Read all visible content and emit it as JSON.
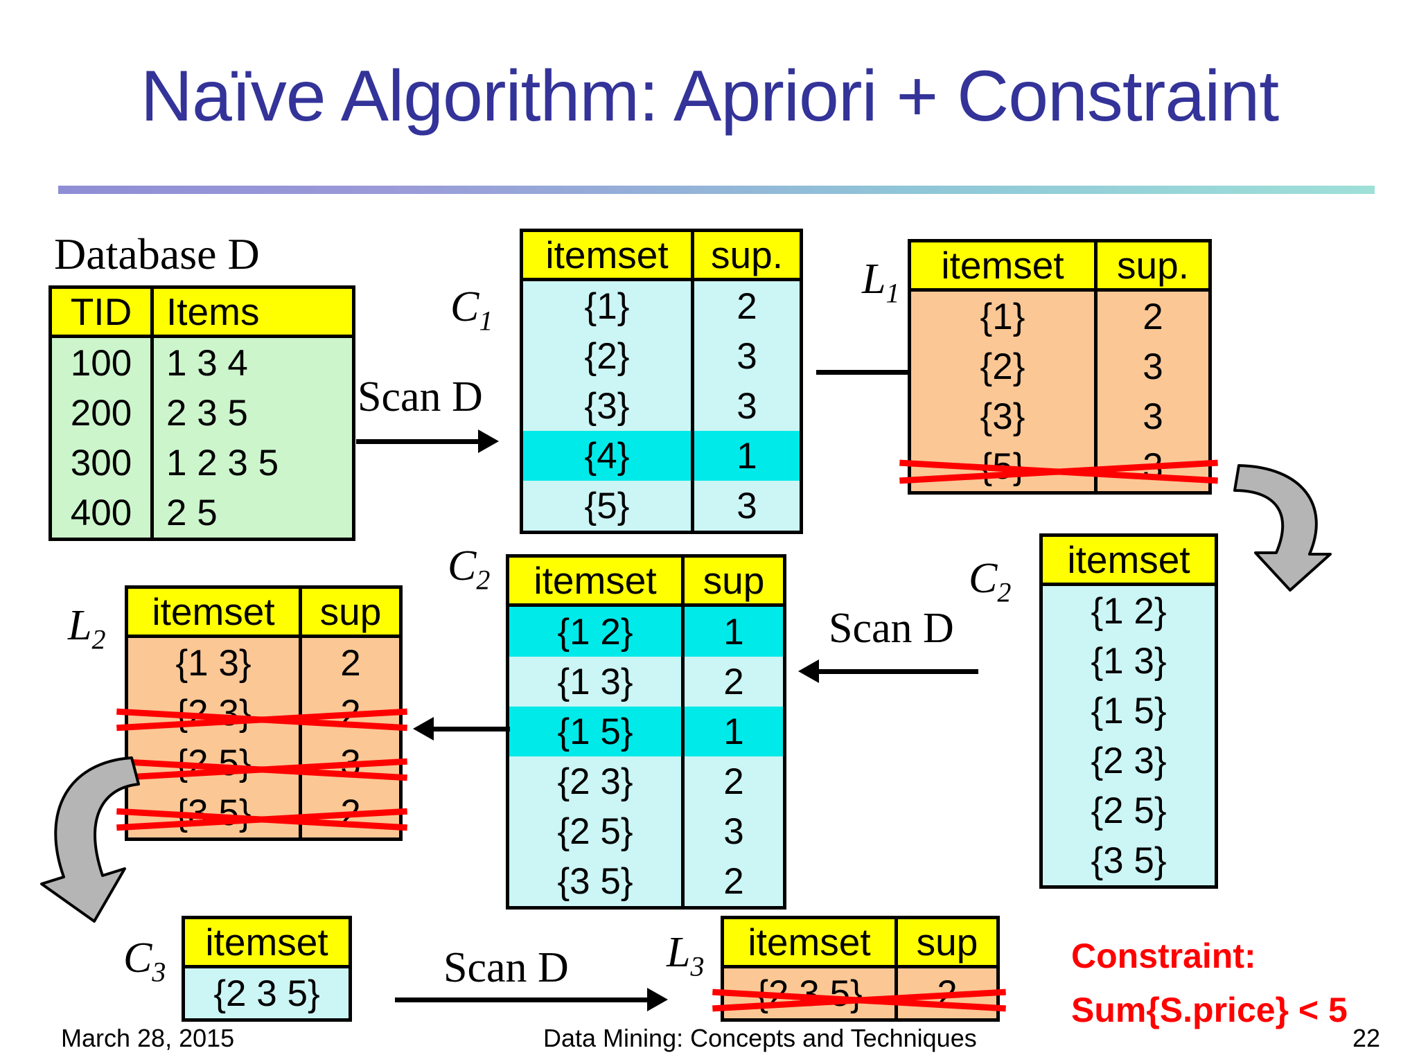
{
  "slide": {
    "title": "Naïve Algorithm: Apriori + Constraint",
    "page_number": "22",
    "footer_date": "March 28, 2015",
    "footer_center": "Data Mining: Concepts and Techniques"
  },
  "colors": {
    "title_blue": "#333399",
    "header_yellow": "#ffff00",
    "db_green": "#ccf5cc",
    "candidate_cyan": "#ccf5f5",
    "pruned_cyan": "#00eaea",
    "large_peach": "#fac795",
    "strike_red": "#ff0000"
  },
  "database": {
    "caption": "Database D",
    "columns": [
      "TID",
      "Items"
    ],
    "rows": [
      {
        "tid": "100",
        "items": "1 3 4"
      },
      {
        "tid": "200",
        "items": "2 3 5"
      },
      {
        "tid": "300",
        "items": "1 2 3 5"
      },
      {
        "tid": "400",
        "items": "2 5"
      }
    ]
  },
  "c1": {
    "label": "C",
    "sub": "1",
    "columns": [
      "itemset",
      "sup."
    ],
    "rows": [
      {
        "itemset": "{1}",
        "sup": "2",
        "highlight": false
      },
      {
        "itemset": "{2}",
        "sup": "3",
        "highlight": false
      },
      {
        "itemset": "{3}",
        "sup": "3",
        "highlight": false
      },
      {
        "itemset": "{4}",
        "sup": "1",
        "highlight": true
      },
      {
        "itemset": "{5}",
        "sup": "3",
        "highlight": false
      }
    ]
  },
  "l1": {
    "label": "L",
    "sub": "1",
    "columns": [
      "itemset",
      "sup."
    ],
    "rows": [
      {
        "itemset": "{1}",
        "sup": "2",
        "struck": false
      },
      {
        "itemset": "{2}",
        "sup": "3",
        "struck": false
      },
      {
        "itemset": "{3}",
        "sup": "3",
        "struck": false
      },
      {
        "itemset": "{5}",
        "sup": "3",
        "struck": true
      }
    ]
  },
  "c2_right": {
    "label": "C",
    "sub": "2",
    "columns": [
      "itemset"
    ],
    "rows": [
      "{1 2}",
      "{1 3}",
      "{1 5}",
      "{2 3}",
      "{2 5}",
      "{3 5}"
    ]
  },
  "c2_mid": {
    "label": "C",
    "sub": "2",
    "columns": [
      "itemset",
      "sup"
    ],
    "rows": [
      {
        "itemset": "{1 2}",
        "sup": "1",
        "highlight": true
      },
      {
        "itemset": "{1 3}",
        "sup": "2",
        "highlight": false
      },
      {
        "itemset": "{1 5}",
        "sup": "1",
        "highlight": true
      },
      {
        "itemset": "{2 3}",
        "sup": "2",
        "highlight": false
      },
      {
        "itemset": "{2 5}",
        "sup": "3",
        "highlight": false
      },
      {
        "itemset": "{3 5}",
        "sup": "2",
        "highlight": false
      }
    ]
  },
  "l2": {
    "label": "L",
    "sub": "2",
    "columns": [
      "itemset",
      "sup"
    ],
    "rows": [
      {
        "itemset": "{1 3}",
        "sup": "2",
        "struck": false
      },
      {
        "itemset": "{2 3}",
        "sup": "2",
        "struck": true
      },
      {
        "itemset": "{2 5}",
        "sup": "3",
        "struck": true
      },
      {
        "itemset": "{3 5}",
        "sup": "2",
        "struck": true
      }
    ]
  },
  "c3": {
    "label": "C",
    "sub": "3",
    "columns": [
      "itemset"
    ],
    "rows": [
      "{2 3 5}"
    ]
  },
  "l3": {
    "label": "L",
    "sub": "3",
    "columns": [
      "itemset",
      "sup"
    ],
    "rows": [
      {
        "itemset": "{2 3 5}",
        "sup": "2",
        "struck": true
      }
    ]
  },
  "arrows": {
    "scan_d_1": "Scan D",
    "scan_d_2": "Scan D",
    "scan_d_3": "Scan D"
  },
  "constraint": {
    "line1": "Constraint:",
    "line2": "Sum{S.price} < 5"
  }
}
